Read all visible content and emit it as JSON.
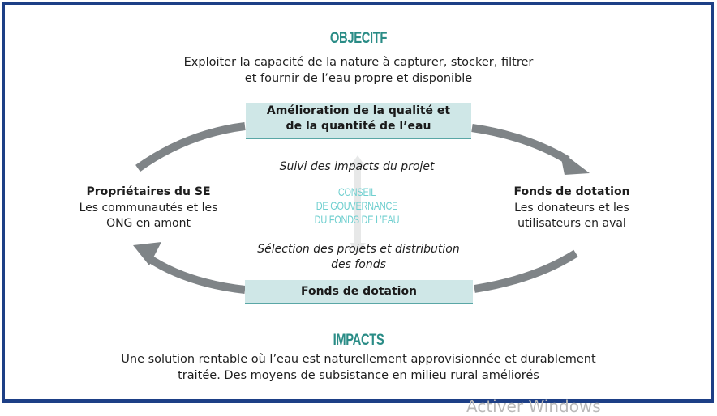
{
  "objective": {
    "heading": "OBJECITF",
    "line1": "Exploiter la capacité de la nature à capturer, stocker, filtrer",
    "line2": "et fournir de l’eau propre et disponible"
  },
  "top_box": {
    "line1": "Amélioration de la qualité et",
    "line2": "de la quantité de l’eau"
  },
  "center": {
    "monitoring": "Suivi des impacts du projet",
    "council": [
      "CONSEIL",
      "DE GOUVERNANCE",
      "DU FONDS DE L’EAU"
    ],
    "selection_line1": "Sélection des projets et distribution",
    "selection_line2": "des fonds"
  },
  "left_node": {
    "title": "Propriétaires du SE",
    "line1": "Les communautés et les",
    "line2": "ONG en amont"
  },
  "right_node": {
    "title": "Fonds de dotation",
    "line1": "Les donateurs et les",
    "line2": "utilisateurs en aval"
  },
  "bottom_box": {
    "label": "Fonds de dotation"
  },
  "impacts": {
    "heading": "IMPACTS",
    "line1": "Une solution rentable où l’eau est naturellement approvisionnée et durablement",
    "line2": "traitée. Des moyens de subsistance en milieu rural améliorés"
  },
  "watermark": "Activer Windows",
  "colors": {
    "frame": "#1d3f86",
    "heading": "#2a8c86",
    "box_fill": "#cfe7e7",
    "box_border": "#5aa7a6",
    "arrow": "#7f8487",
    "council_text": "#6fcfcf"
  }
}
